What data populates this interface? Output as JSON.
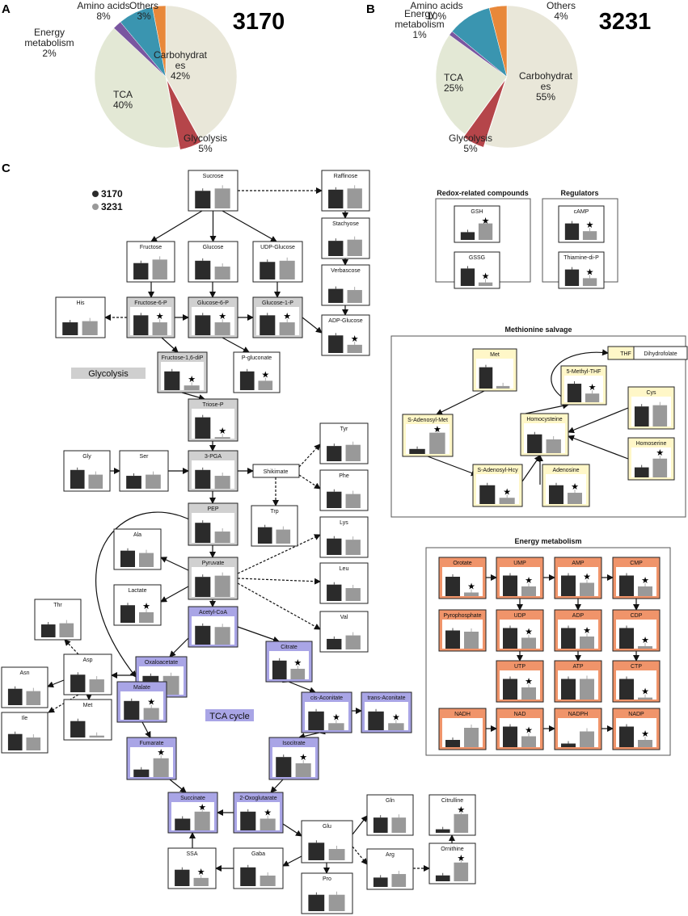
{
  "panels": {
    "a": "A",
    "b": "B",
    "c": "C"
  },
  "colors": {
    "dark_bar": "#2b2b2b",
    "light_bar": "#999999",
    "glycolysis": "#cfcfcf",
    "tca": "#a9a5e6",
    "energy": "#f0946a",
    "methionine": "#fff7c8"
  },
  "chart_data": [
    {
      "type": "pie",
      "title": "3170",
      "slices": [
        {
          "label": "Carbohydrates",
          "label_lines": [
            "Carbohydrat",
            "es"
          ],
          "pct_text": "42%",
          "value": 42,
          "color": "#e9e7d9"
        },
        {
          "label": "Glycolysis",
          "label_lines": [
            "Glycolysis"
          ],
          "pct_text": "5%",
          "value": 5,
          "color": "#b5454a"
        },
        {
          "label": "TCA",
          "label_lines": [
            "TCA"
          ],
          "pct_text": "40%",
          "value": 40,
          "color": "#e3e8d5"
        },
        {
          "label": "Energy metabolism",
          "label_lines": [
            "Energy",
            "metabolism"
          ],
          "pct_text": "2%",
          "value": 2,
          "color": "#7a56a0"
        },
        {
          "label": "Amino acids",
          "label_lines": [
            "Amino acids"
          ],
          "pct_text": "8%",
          "value": 8,
          "color": "#3a95b0"
        },
        {
          "label": "Others",
          "label_lines": [
            "Others"
          ],
          "pct_text": "3%",
          "value": 3,
          "color": "#e8883a"
        }
      ]
    },
    {
      "type": "pie",
      "title": "3231",
      "slices": [
        {
          "label": "Carbohydrates",
          "label_lines": [
            "Carbohydrat",
            "es"
          ],
          "pct_text": "55%",
          "value": 55,
          "color": "#e9e7d9"
        },
        {
          "label": "Glycolysis",
          "label_lines": [
            "Glycolysis"
          ],
          "pct_text": "5%",
          "value": 5,
          "color": "#b5454a"
        },
        {
          "label": "TCA",
          "label_lines": [
            "TCA"
          ],
          "pct_text": "25%",
          "value": 25,
          "color": "#e3e8d5"
        },
        {
          "label": "Energy metabolism",
          "label_lines": [
            "Energy",
            "metabolism"
          ],
          "pct_text": "1%",
          "value": 1,
          "color": "#7a56a0"
        },
        {
          "label": "Amino acids",
          "label_lines": [
            "Amino acids"
          ],
          "pct_text": "10%",
          "value": 10,
          "color": "#3a95b0"
        },
        {
          "label": "Others",
          "label_lines": [
            "Others"
          ],
          "pct_text": "4%",
          "value": 4,
          "color": "#e8883a"
        }
      ]
    }
  ],
  "legend": [
    {
      "label": "3170",
      "color": "#2b2b2b"
    },
    {
      "label": "3231",
      "color": "#999999"
    }
  ],
  "group_titles": {
    "redox": "Redox-related compounds",
    "regulators": "Regulators",
    "methionine": "Methionine salvage",
    "energy": "Energy metabolism",
    "glycolysis": "Glycolysis",
    "tca": "TCA cycle"
  },
  "nodes": [
    {
      "id": "sucrose",
      "label": "Sucrose",
      "dark": 0.75,
      "light": 0.85,
      "sig": false
    },
    {
      "id": "raffinose",
      "label": "Raffinose",
      "dark": 0.8,
      "light": 0.85,
      "sig": false
    },
    {
      "id": "stachyose",
      "label": "Stachyose",
      "dark": 0.65,
      "light": 0.7,
      "sig": false
    },
    {
      "id": "verbascose",
      "label": "Verbascose",
      "dark": 0.6,
      "light": 0.55,
      "sig": false
    },
    {
      "id": "adp_glucose",
      "label": "ADP-Glucose",
      "dark": 0.75,
      "light": 0.35,
      "sig": true
    },
    {
      "id": "fructose",
      "label": "Fructose",
      "dark": 0.7,
      "light": 0.85,
      "sig": false
    },
    {
      "id": "glucose",
      "label": "Glucose",
      "dark": 0.8,
      "light": 0.55,
      "sig": false
    },
    {
      "id": "udp_glucose",
      "label": "UDP-Glucose",
      "dark": 0.75,
      "light": 0.8,
      "sig": false
    },
    {
      "id": "his",
      "label": "His",
      "dark": 0.55,
      "light": 0.6,
      "sig": false
    },
    {
      "id": "fructose_6_p",
      "label": "Fructose-6-P",
      "dark": 0.85,
      "light": 0.55,
      "sig": true
    },
    {
      "id": "glucose_6_p",
      "label": "Glucose-6-P",
      "dark": 0.85,
      "light": 0.55,
      "sig": true
    },
    {
      "id": "glucose_1_p",
      "label": "Glucose-1-P",
      "dark": 0.85,
      "light": 0.55,
      "sig": true
    },
    {
      "id": "fructose_1_6_dip",
      "label": "Fructose-1,6-diP",
      "dark": 0.8,
      "light": 0.2,
      "sig": true
    },
    {
      "id": "p_gluconate",
      "label": "P-gluconate",
      "dark": 0.8,
      "light": 0.4,
      "sig": true
    },
    {
      "id": "triose_p",
      "label": "Triose-P",
      "dark": 0.85,
      "light": 0.06,
      "sig": true
    },
    {
      "id": "gly",
      "label": "Gly",
      "dark": 0.8,
      "light": 0.6,
      "sig": false
    },
    {
      "id": "ser",
      "label": "Ser",
      "dark": 0.55,
      "light": 0.6,
      "sig": false
    },
    {
      "id": "pga_3",
      "label": "3-PGA",
      "dark": 0.8,
      "light": 0.55,
      "sig": false
    },
    {
      "id": "tyr",
      "label": "Tyr",
      "dark": 0.65,
      "light": 0.7,
      "sig": false
    },
    {
      "id": "phe",
      "label": "Phe",
      "dark": 0.7,
      "light": 0.6,
      "sig": false
    },
    {
      "id": "lys",
      "label": "Lys",
      "dark": 0.7,
      "light": 0.65,
      "sig": false
    },
    {
      "id": "leu",
      "label": "Leu",
      "dark": 0.7,
      "light": 0.55,
      "sig": false
    },
    {
      "id": "val",
      "label": "Val",
      "dark": 0.45,
      "light": 0.6,
      "sig": false
    },
    {
      "id": "pep",
      "label": "PEP",
      "dark": 0.8,
      "light": 0.45,
      "sig": false
    },
    {
      "id": "trp",
      "label": "Trp",
      "dark": 0.7,
      "light": 0.6,
      "sig": false
    },
    {
      "id": "ala",
      "label": "Ala",
      "dark": 0.7,
      "light": 0.6,
      "sig": false
    },
    {
      "id": "pyruvate",
      "label": "Pyruvate",
      "dark": 0.8,
      "light": 0.85,
      "sig": false
    },
    {
      "id": "lactate",
      "label": "Lactate",
      "dark": 0.75,
      "light": 0.45,
      "sig": true
    },
    {
      "id": "acetyl_coa",
      "label": "Acetyl-CoA",
      "dark": 0.8,
      "light": 0.75,
      "sig": false
    },
    {
      "id": "thr",
      "label": "Thr",
      "dark": 0.55,
      "light": 0.6,
      "sig": false
    },
    {
      "id": "asn",
      "label": "Asn",
      "dark": 0.7,
      "light": 0.6,
      "sig": false
    },
    {
      "id": "asp",
      "label": "Asp",
      "dark": 0.75,
      "light": 0.55,
      "sig": false
    },
    {
      "id": "oxaloacetate",
      "label": "Oxaloacetate",
      "dark": 0.8,
      "light": 0.8,
      "sig": false
    },
    {
      "id": "citrate",
      "label": "Citrate",
      "dark": 0.8,
      "light": 0.45,
      "sig": true
    },
    {
      "id": "ile",
      "label": "Ile",
      "dark": 0.7,
      "light": 0.55,
      "sig": false
    },
    {
      "id": "met_aa",
      "label": "Met",
      "dark": 0.7,
      "light": 0.08,
      "sig": false
    },
    {
      "id": "malate",
      "label": "Malate",
      "dark": 0.8,
      "light": 0.5,
      "sig": true
    },
    {
      "id": "cis_aconitate",
      "label": "cis-Aconitate",
      "dark": 0.8,
      "light": 0.3,
      "sig": true
    },
    {
      "id": "trans_aconitate",
      "label": "trans-Aconitate",
      "dark": 0.8,
      "light": 0.3,
      "sig": true
    },
    {
      "id": "fumarate",
      "label": "Fumarate",
      "dark": 0.3,
      "light": 0.75,
      "sig": true
    },
    {
      "id": "isocitrate",
      "label": "Isocitrate",
      "dark": 0.8,
      "light": 0.55,
      "sig": true
    },
    {
      "id": "succinate",
      "label": "Succinate",
      "dark": 0.5,
      "light": 0.8,
      "sig": true
    },
    {
      "id": "oxoglutarate_2",
      "label": "2-Oxoglutarate",
      "dark": 0.8,
      "light": 0.5,
      "sig": true
    },
    {
      "id": "glu",
      "label": "Glu",
      "dark": 0.7,
      "light": 0.45,
      "sig": false
    },
    {
      "id": "gln",
      "label": "Gln",
      "dark": 0.65,
      "light": 0.65,
      "sig": false
    },
    {
      "id": "citrulline",
      "label": "Citrulline",
      "dark": 0.15,
      "light": 0.8,
      "sig": true
    },
    {
      "id": "ssa",
      "label": "SSA",
      "dark": 0.7,
      "light": 0.35,
      "sig": true
    },
    {
      "id": "gaba",
      "label": "Gaba",
      "dark": 0.8,
      "light": 0.45,
      "sig": false
    },
    {
      "id": "arg",
      "label": "Arg",
      "dark": 0.4,
      "light": 0.55,
      "sig": false
    },
    {
      "id": "ornithine",
      "label": "Ornithine",
      "dark": 0.25,
      "light": 0.8,
      "sig": true
    },
    {
      "id": "pro",
      "label": "Pro",
      "dark": 0.7,
      "light": 0.7,
      "sig": false
    },
    {
      "id": "gsh",
      "label": "GSH",
      "dark": 0.4,
      "light": 0.85,
      "sig": true
    },
    {
      "id": "gssg",
      "label": "GSSG",
      "dark": 0.9,
      "light": 0.18,
      "sig": true
    },
    {
      "id": "camp",
      "label": "cAMP",
      "dark": 0.85,
      "light": 0.45,
      "sig": true
    },
    {
      "id": "thiamine_di_p",
      "label": "Thiamine-di-P",
      "dark": 0.85,
      "light": 0.4,
      "sig": true
    },
    {
      "id": "thf",
      "label": "THF",
      "plain": true
    },
    {
      "id": "dihydrofolate",
      "label": "Dihydrofolate",
      "plain": true
    },
    {
      "id": "met",
      "label": "Met",
      "dark": 0.85,
      "light": 0.1,
      "sig": false
    },
    {
      "id": "methyl_thf_5",
      "label": "5-Methyl-THF",
      "dark": 0.85,
      "light": 0.4,
      "sig": true
    },
    {
      "id": "cys",
      "label": "Cys",
      "dark": 0.8,
      "light": 0.85,
      "sig": false
    },
    {
      "id": "s_adenosyl_met",
      "label": "S-Adenosyl-Met",
      "dark": 0.2,
      "light": 0.85,
      "sig": true
    },
    {
      "id": "homocysteine",
      "label": "Homocysteine",
      "dark": 0.75,
      "light": 0.55,
      "sig": false
    },
    {
      "id": "homoserine",
      "label": "Homoserine",
      "dark": 0.4,
      "light": 0.75,
      "sig": true
    },
    {
      "id": "s_adenosyl_hcy",
      "label": "S-Adenosyl-Hcy",
      "dark": 0.75,
      "light": 0.25,
      "sig": true
    },
    {
      "id": "adenosine",
      "label": "Adenosine",
      "dark": 0.75,
      "light": 0.45,
      "sig": true
    },
    {
      "id": "orotate",
      "label": "Orotate",
      "dark": 0.8,
      "light": 0.15,
      "sig": true
    },
    {
      "id": "ump",
      "label": "UMP",
      "dark": 0.85,
      "light": 0.4,
      "sig": true
    },
    {
      "id": "amp",
      "label": "AMP",
      "dark": 0.85,
      "light": 0.55,
      "sig": true
    },
    {
      "id": "cmp",
      "label": "CMP",
      "dark": 0.85,
      "light": 0.4,
      "sig": true
    },
    {
      "id": "pyrophosphate",
      "label": "Pyrophosphate",
      "dark": 0.75,
      "light": 0.7,
      "sig": false
    },
    {
      "id": "udp",
      "label": "UDP",
      "dark": 0.85,
      "light": 0.45,
      "sig": true
    },
    {
      "id": "adp",
      "label": "ADP",
      "dark": 0.85,
      "light": 0.5,
      "sig": true
    },
    {
      "id": "cdp",
      "label": "CDP",
      "dark": 0.85,
      "light": 0.1,
      "sig": true
    },
    {
      "id": "utp",
      "label": "UTP",
      "dark": 0.85,
      "light": 0.5,
      "sig": true
    },
    {
      "id": "atp",
      "label": "ATP",
      "dark": 0.85,
      "light": 0.85,
      "sig": false
    },
    {
      "id": "ctp",
      "label": "CTP",
      "dark": 0.85,
      "light": 0.08,
      "sig": true
    },
    {
      "id": "nadh",
      "label": "NADH",
      "dark": 0.3,
      "light": 0.8,
      "sig": false
    },
    {
      "id": "nad",
      "label": "NAD",
      "dark": 0.85,
      "light": 0.45,
      "sig": true
    },
    {
      "id": "nadph",
      "label": "NADPH",
      "dark": 0.15,
      "light": 0.65,
      "sig": false
    },
    {
      "id": "nadp",
      "label": "NADP",
      "dark": 0.85,
      "light": 0.3,
      "sig": true
    }
  ]
}
